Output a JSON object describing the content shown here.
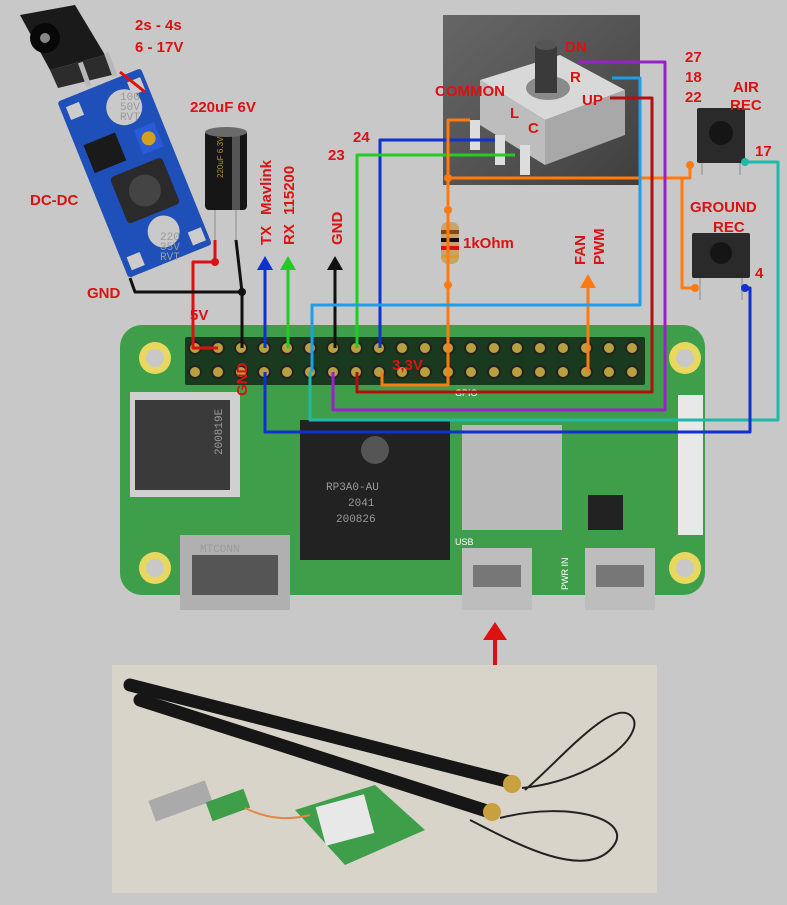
{
  "labels": {
    "battery": "2s - 4s",
    "voltage": "6 - 17V",
    "capacitor": "220uF 6V",
    "dcdc": "DC-DC",
    "gnd_left": "GND",
    "v5": "5V",
    "gnd_vert": "GND",
    "gnd_top": "GND",
    "tx": "TX",
    "mavlink": "Mavlink",
    "rx": "RX",
    "baud": "115200",
    "v33": "3,3V",
    "gpio24": "24",
    "gpio23": "23",
    "resistor": "1kOhm",
    "fan": "FAN",
    "pwm": "PWM",
    "dn": "DN",
    "r": "R",
    "up": "UP",
    "common": "COMMON",
    "l": "L",
    "c": "C",
    "gpio27": "27",
    "gpio18": "18",
    "gpio22": "22",
    "air": "AIR",
    "rec_air": "REC",
    "gpio17": "17",
    "ground": "GROUND",
    "rec_ground": "REC",
    "gpio4": "4"
  },
  "board": {
    "gpio_label": "GPIO",
    "usb_label": "USB",
    "pwr_in_label": "PWR IN",
    "chip_line1": "RP3A0-AU",
    "chip_line2": "2041",
    "chip_line3": "200826",
    "hdmi_label": "MTCONN",
    "sd_label": "200819E"
  },
  "modules": {
    "cap_top": "100",
    "cap_mid": "50V",
    "cap_bot": "RVT",
    "cap2_top": "220",
    "cap2_mid": "35V",
    "cap2_bot": "RVT",
    "electrolytic": "220uF 6.3V"
  },
  "colors": {
    "background": "#c8c8c8",
    "label_red": "#dd1111",
    "wire_red": "#dd1111",
    "wire_black": "#111111",
    "wire_blue": "#1030d0",
    "wire_green": "#22cc22",
    "wire_orange": "#ff7a10",
    "wire_purple": "#9a20c8",
    "wire_lightblue": "#1e9ee8",
    "wire_teal": "#20b8a8",
    "pcb_green": "#3f9e4a"
  }
}
